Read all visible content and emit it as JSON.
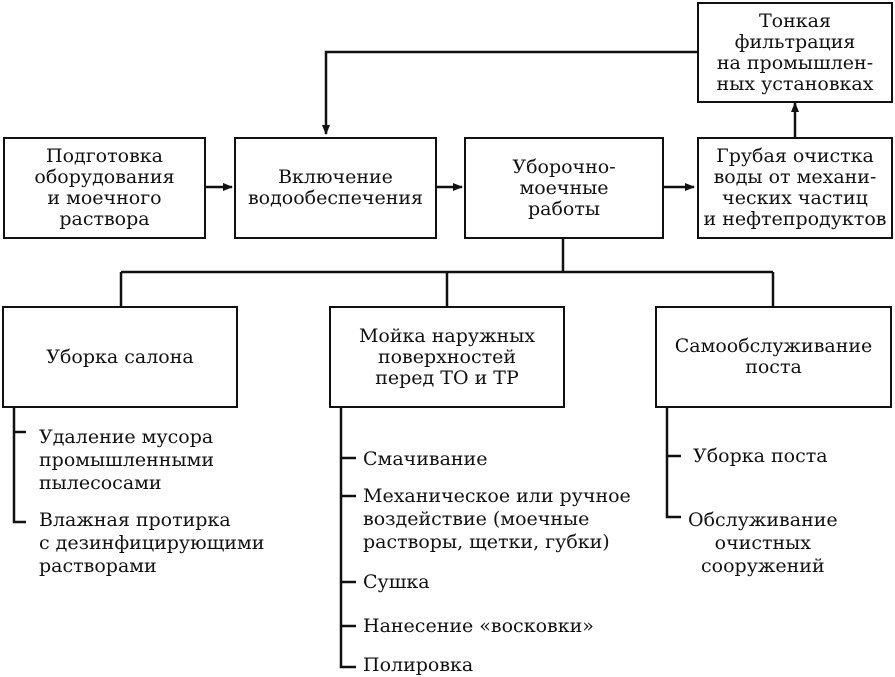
{
  "boxes": {
    "fine_filtration": "Тонкая\nфильтрация\nна промышлен-\nных установках",
    "preparation": "Подготовка\nоборудования\nи моечного\nраствора",
    "water_supply": "Включение\nводообеспечения",
    "cleaning_washing": "Уборочно-\nмоечные\nработы",
    "rough_cleaning": "Грубая очистка\nводы от механи-\nческих частиц\nи нефтепродуктов",
    "interior_cleaning": "Уборка салона",
    "exterior_washing": "Мойка наружных\nповерхностей\nперед ТО и ТР",
    "post_selfservice": "Самообслуживание\nпоста"
  },
  "lists": {
    "interior": [
      "Удаление мусора\nпромышленными\nпылесосами",
      "Влажная протирка\nс дезинфицирующими\nрастворами"
    ],
    "exterior": [
      "Смачивание",
      "Механическое или ручное\nвоздействие (моечные\nрастворы, щетки, губки)",
      "Сушка",
      "Нанесение «восковки»",
      "Полировка"
    ],
    "post": [
      "Уборка поста",
      "Обслуживание\nочистных\nсооружений"
    ]
  }
}
